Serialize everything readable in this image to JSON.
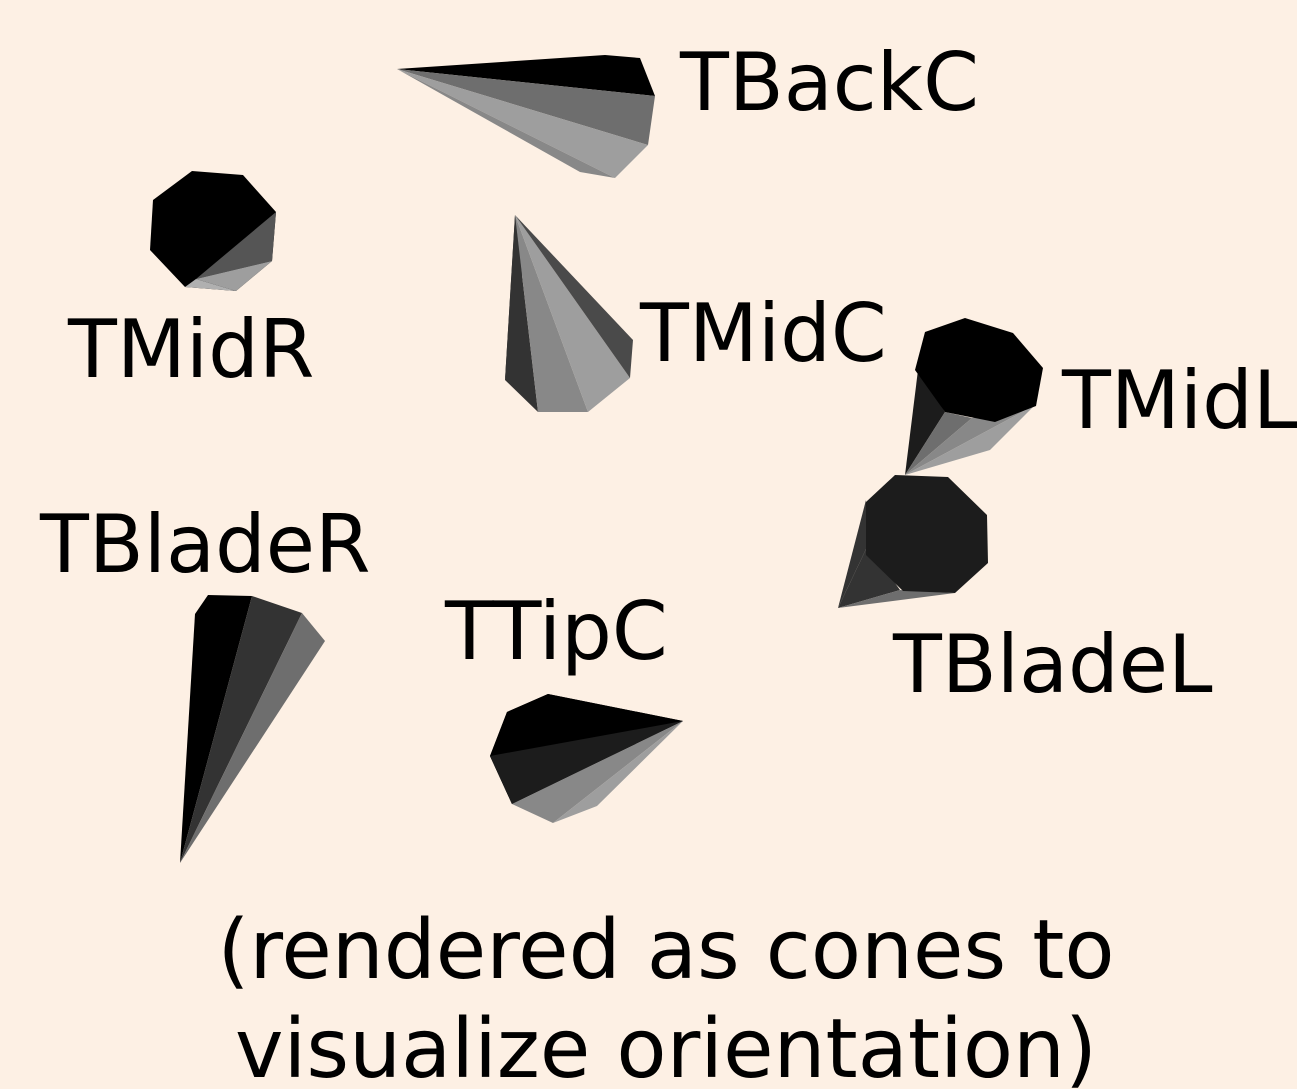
{
  "background_color": "#fdf0e4",
  "labels": {
    "tbackc": "TBackC",
    "tmidr": "TMidR",
    "tmidc": "TMidC",
    "tmidl": "TMidL",
    "tblader": "TBladeR",
    "ttipc": "TTipC",
    "tbladel": "TBladeL"
  },
  "caption": {
    "line1": "(rendered as cones to",
    "line2": "visualize orientation)"
  },
  "shading_colors": [
    "#000000",
    "#1c1c1c",
    "#333333",
    "#4a4a4a",
    "#6e6e6e",
    "#888888",
    "#9e9e9e",
    "#b0b0b0"
  ]
}
